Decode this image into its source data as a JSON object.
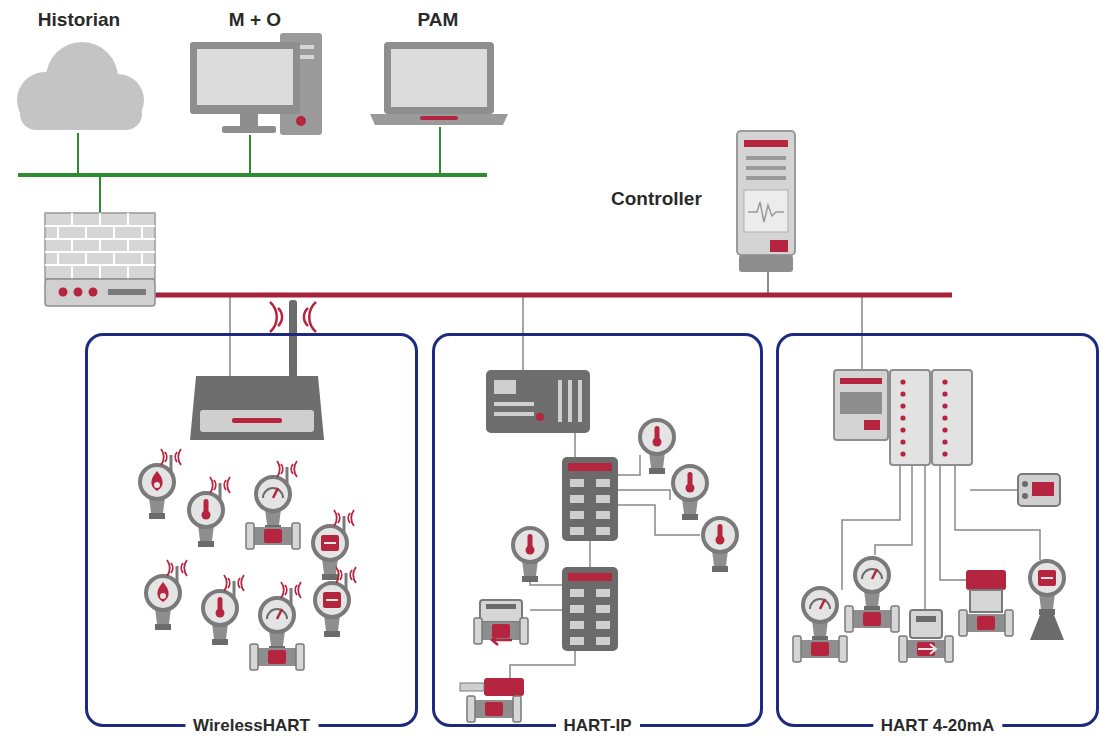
{
  "diagram": {
    "nodes": [
      {
        "text": [
          "Historian"
        ]
      },
      {
        "text": [
          "M + O"
        ]
      },
      {
        "text": [
          "PAM"
        ]
      },
      {
        "text": [
          "Controller"
        ]
      },
      {
        "text": [
          "WirelessHART"
        ]
      },
      {
        "text": [
          "HART-IP"
        ]
      },
      {
        "text": [
          "HART 4-20mA"
        ]
      }
    ],
    "edges": [
      {
        "from": 0,
        "to": 1,
        "arrow": "none"
      },
      {
        "from": 1,
        "to": 2,
        "arrow": "none"
      },
      {
        "from": 3,
        "to": 4,
        "arrow": "none"
      },
      {
        "from": 3,
        "to": 5,
        "arrow": "none"
      },
      {
        "from": 3,
        "to": 6,
        "arrow": "none"
      }
    ]
  }
}
